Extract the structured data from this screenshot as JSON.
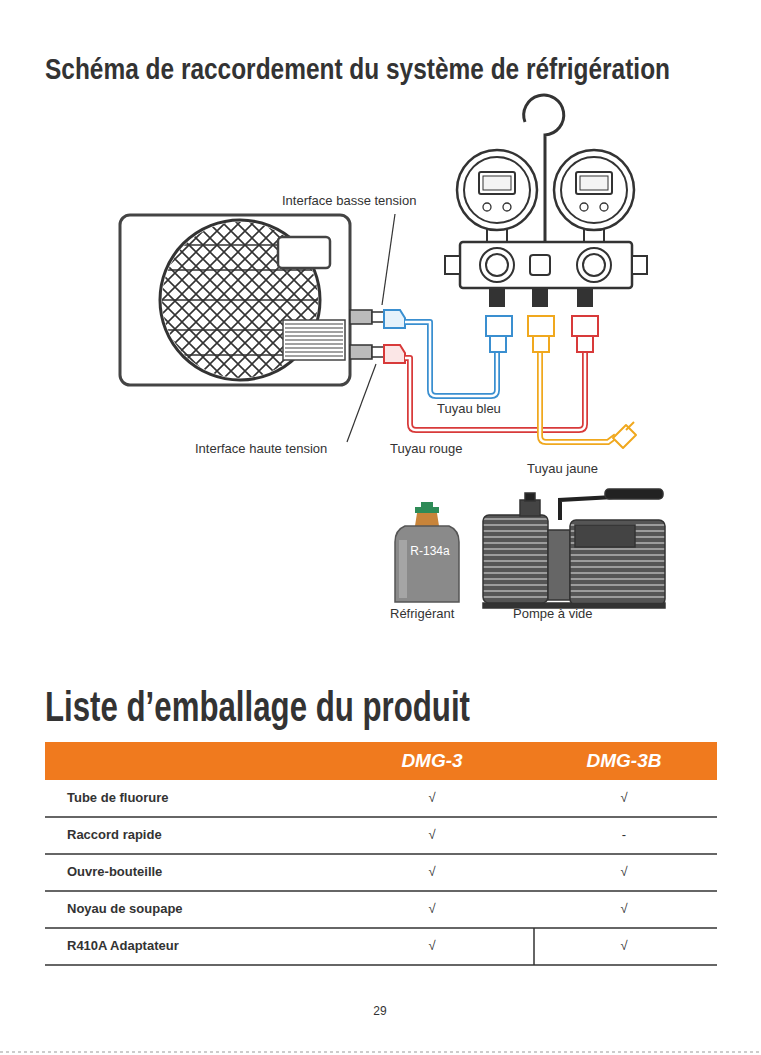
{
  "diagram": {
    "title": "Schéma de raccordement du système de réfrigération",
    "nodes": [
      {
        "text": [
          "R-134a"
        ]
      }
    ],
    "labels": [
      "Interface basse tension",
      "Tuyau bleu",
      "Interface haute tension",
      "Tuyau rouge",
      "Tuyau jaune",
      "Réfrigérant",
      "Pompe à vide",
      "Liste d’emballage du produit",
      "DMG-3",
      "DMG-3B",
      "Tube de fluorure",
      "√",
      "√",
      "Raccord rapide",
      "√",
      "-",
      "Ouvre-bouteille",
      "√",
      "√",
      "Noyau de soupape",
      "√",
      "√",
      "R410A Adaptateur",
      "√",
      "√",
      "29"
    ]
  }
}
